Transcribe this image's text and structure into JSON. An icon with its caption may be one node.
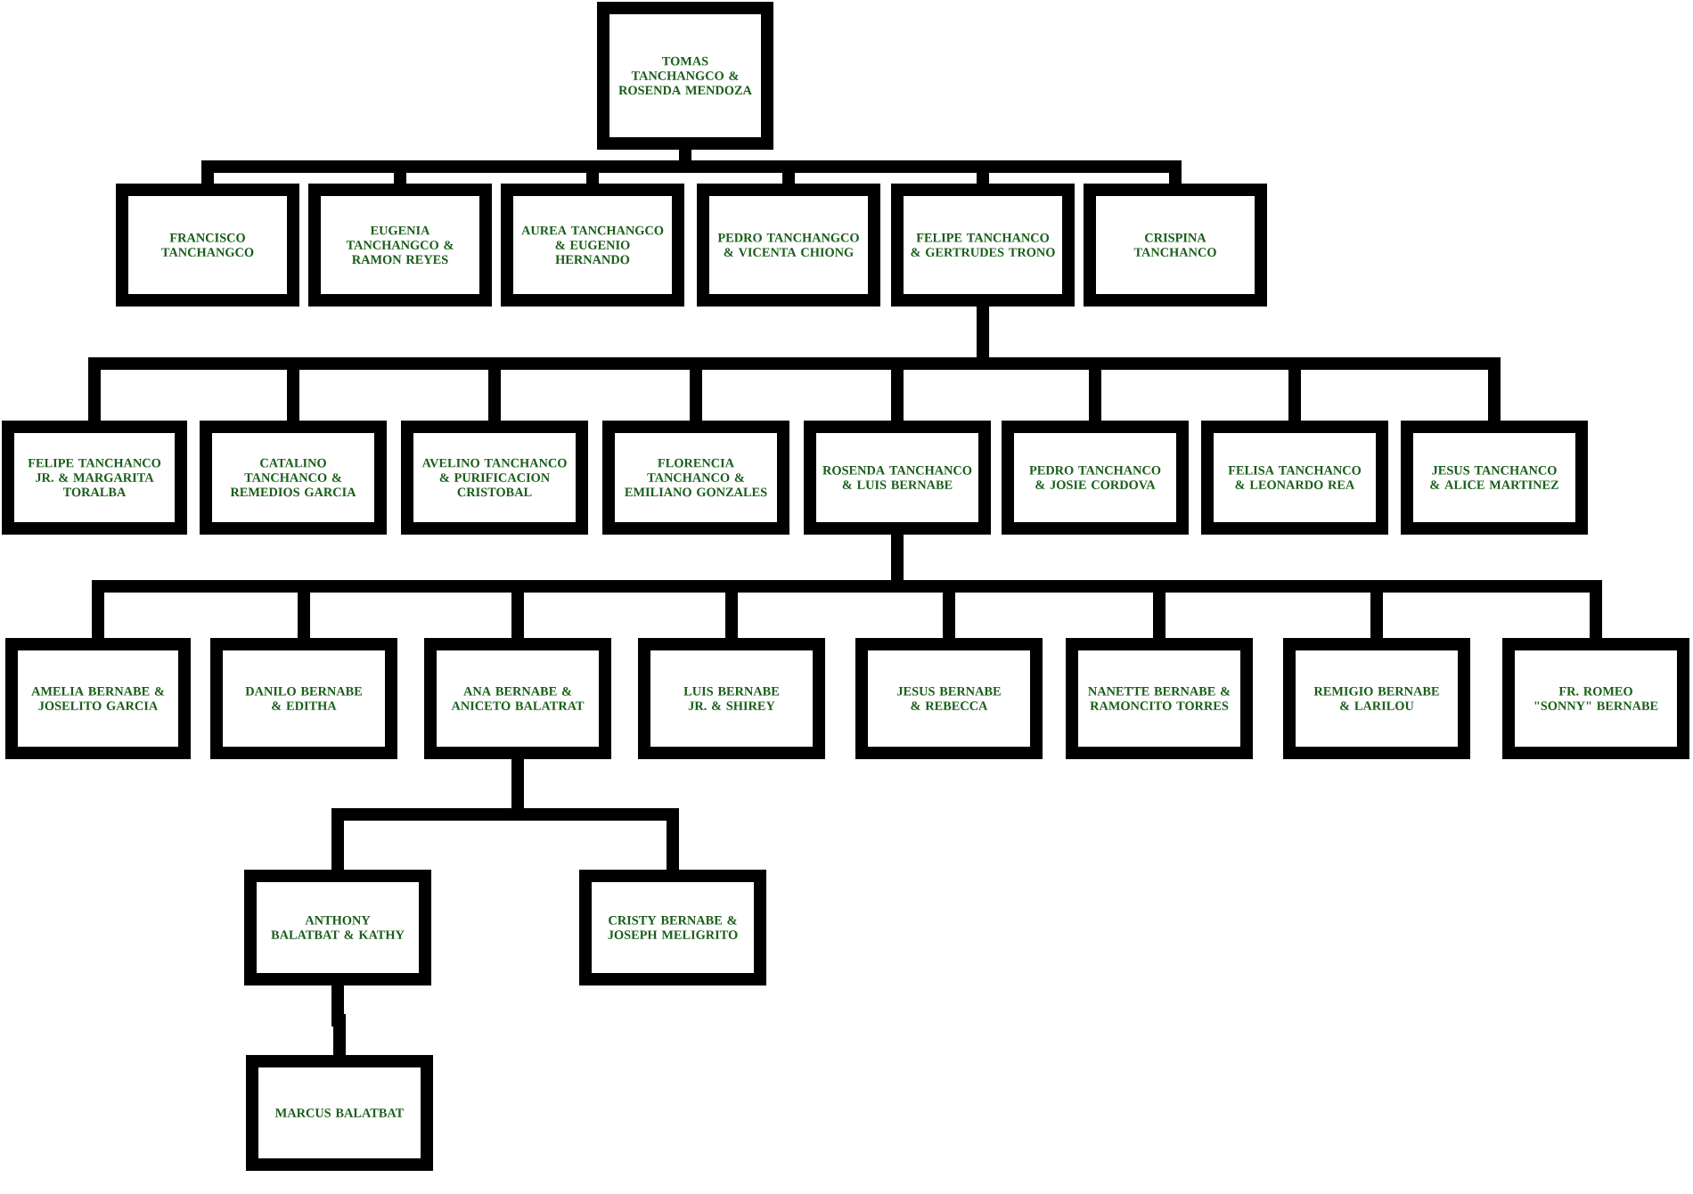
{
  "diagram": {
    "nodes": [
      {
        "text": [
          "TOMAS TANCHANGCO & ROSENDA MENDOZA"
        ]
      },
      {
        "text": [
          "FRANCISCO TANCHANGCO"
        ]
      },
      {
        "text": [
          "EUGENIA TANCHANGCO & RAMON REYES"
        ]
      },
      {
        "text": [
          "AUREA TANCHANGCO & EUGENIO HERNANDO"
        ]
      },
      {
        "text": [
          "PEDRO TANCHANGCO & VICENTA CHIONG"
        ]
      },
      {
        "text": [
          "FELIPE TANCHANCO & GERTRUDES TRONO"
        ]
      },
      {
        "text": [
          "CRISPINA TANCHANCO"
        ]
      },
      {
        "text": [
          "FELIPE TANCHANCO JR. & MARGARITA TORALBA"
        ]
      },
      {
        "text": [
          "CATALINO TANCHANCO & REMEDIOS GARCIA"
        ]
      },
      {
        "text": [
          "AVELINO TANCHANCO & PURIFICACION CRISTOBAL"
        ]
      },
      {
        "text": [
          "FLORENCIA TANCHANCO & EMILIANO GONZALES"
        ]
      },
      {
        "text": [
          "ROSENDA TANCHANCO & LUIS BERNABE"
        ]
      },
      {
        "text": [
          "PEDRO TANCHANCO & JOSIE CORDOVA"
        ]
      },
      {
        "text": [
          "FELISA TANCHANCO & LEONARDO REA"
        ]
      },
      {
        "text": [
          "JESUS TANCHANCO & ALICE MARTINEZ"
        ]
      },
      {
        "text": [
          "AMELIA BERNABE & JOSELITO GARCIA"
        ]
      },
      {
        "text": [
          "DANILO BERNABE & EDITHA"
        ]
      },
      {
        "text": [
          "ANA BERNABE & ANICETO BALATRAT"
        ]
      },
      {
        "text": [
          "LUIS BERNABE JR. & SHIREY"
        ]
      },
      {
        "text": [
          "JESUS BERNABE & REBECCA"
        ]
      },
      {
        "text": [
          "NANETTE BERNABE & RAMONCITO TORRES"
        ]
      },
      {
        "text": [
          "REMIGIO BERNABE & LARILOU"
        ]
      },
      {
        "text": [
          "FR. ROMEO \"SONNY\" BERNABE"
        ]
      },
      {
        "text": [
          "ANTHONY BALATBAT & KATHY"
        ]
      },
      {
        "text": [
          "CRISTY BERNABE & JOSEPH MELIGRITO"
        ]
      },
      {
        "text": [
          "MARCUS BALATBAT"
        ]
      }
    ],
    "edges": [
      {
        "from": 0,
        "to": 1,
        "arrow": "none"
      },
      {
        "from": 0,
        "to": 2,
        "arrow": "none"
      },
      {
        "from": 0,
        "to": 3,
        "arrow": "none"
      },
      {
        "from": 0,
        "to": 4,
        "arrow": "none"
      },
      {
        "from": 0,
        "to": 5,
        "arrow": "none"
      },
      {
        "from": 0,
        "to": 6,
        "arrow": "none"
      },
      {
        "from": 5,
        "to": 7,
        "arrow": "none"
      },
      {
        "from": 5,
        "to": 8,
        "arrow": "none"
      },
      {
        "from": 5,
        "to": 9,
        "arrow": "none"
      },
      {
        "from": 5,
        "to": 10,
        "arrow": "none"
      },
      {
        "from": 5,
        "to": 11,
        "arrow": "none"
      },
      {
        "from": 5,
        "to": 12,
        "arrow": "none"
      },
      {
        "from": 5,
        "to": 13,
        "arrow": "none"
      },
      {
        "from": 5,
        "to": 14,
        "arrow": "none"
      },
      {
        "from": 11,
        "to": 15,
        "arrow": "none"
      },
      {
        "from": 11,
        "to": 16,
        "arrow": "none"
      },
      {
        "from": 11,
        "to": 17,
        "arrow": "none"
      },
      {
        "from": 11,
        "to": 18,
        "arrow": "none"
      },
      {
        "from": 11,
        "to": 19,
        "arrow": "none"
      },
      {
        "from": 11,
        "to": 20,
        "arrow": "none"
      },
      {
        "from": 11,
        "to": 21,
        "arrow": "none"
      },
      {
        "from": 11,
        "to": 22,
        "arrow": "none"
      },
      {
        "from": 17,
        "to": 23,
        "arrow": "none"
      },
      {
        "from": 17,
        "to": 24,
        "arrow": "none"
      },
      {
        "from": 23,
        "to": 25,
        "arrow": "none"
      }
    ]
  }
}
